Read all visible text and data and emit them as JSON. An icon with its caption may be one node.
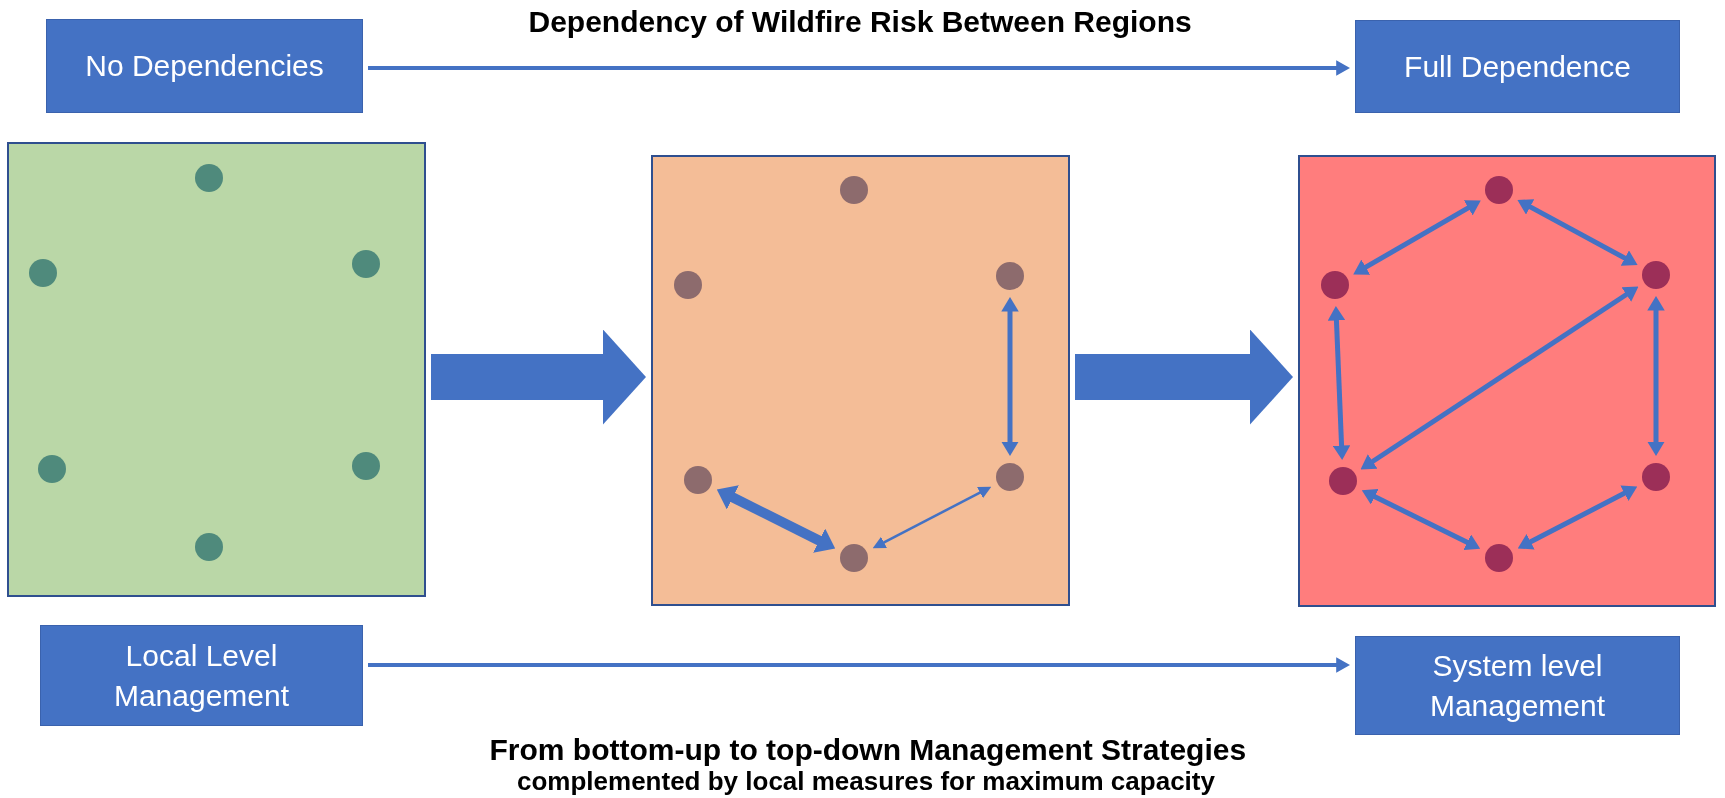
{
  "diagram": {
    "nodes": [
      {
        "text": [
          "No Dependencies"
        ]
      },
      {
        "text": [
          "Full Dependence"
        ]
      },
      {
        "text": [],
        "shape": "box"
      },
      {
        "text": [],
        "shape": "circle",
        "in": 2
      },
      {
        "text": [],
        "shape": "circle",
        "in": 2
      },
      {
        "text": [],
        "shape": "circle",
        "in": 2
      },
      {
        "text": [],
        "shape": "circle",
        "in": 2
      },
      {
        "text": [],
        "shape": "circle",
        "in": 2
      },
      {
        "text": [],
        "shape": "circle",
        "in": 2
      },
      {
        "text": [],
        "shape": "box"
      },
      {
        "text": [],
        "shape": "circle",
        "in": 9
      },
      {
        "text": [],
        "shape": "circle",
        "in": 9
      },
      {
        "text": [],
        "shape": "circle",
        "in": 9
      },
      {
        "text": [],
        "shape": "circle",
        "in": 9
      },
      {
        "text": [],
        "shape": "circle",
        "in": 9
      },
      {
        "text": [],
        "shape": "circle",
        "in": 9
      },
      {
        "text": [],
        "shape": "box"
      },
      {
        "text": [],
        "shape": "circle",
        "in": 16
      },
      {
        "text": [],
        "shape": "circle",
        "in": 16
      },
      {
        "text": [],
        "shape": "circle",
        "in": 16
      },
      {
        "text": [],
        "shape": "circle",
        "in": 16
      },
      {
        "text": [],
        "shape": "circle",
        "in": 16
      },
      {
        "text": [],
        "shape": "circle",
        "in": 16
      },
      {
        "text": [
          "Local Level Management"
        ]
      },
      {
        "text": [
          "System level Management"
        ]
      }
    ],
    "edges": [
      {
        "from": 0,
        "to": 1,
        "arrow": "to",
        "label": "Dependency of Wildfire Risk Between Regions"
      },
      {
        "from": 2,
        "to": 9,
        "arrow": "to",
        "style": "thick"
      },
      {
        "from": 9,
        "to": 16,
        "arrow": "to",
        "style": "thick"
      },
      {
        "from": 12,
        "to": 14,
        "arrow": "both"
      },
      {
        "from": 13,
        "to": 15,
        "arrow": "both",
        "style": "thick"
      },
      {
        "from": 15,
        "to": 14,
        "arrow": "both"
      },
      {
        "from": 17,
        "to": 18,
        "arrow": "both"
      },
      {
        "from": 17,
        "to": 19,
        "arrow": "both"
      },
      {
        "from": 18,
        "to": 20,
        "arrow": "both"
      },
      {
        "from": 19,
        "to": 20,
        "arrow": "both"
      },
      {
        "from": 19,
        "to": 21,
        "arrow": "both"
      },
      {
        "from": 20,
        "to": 22,
        "arrow": "both"
      },
      {
        "from": 22,
        "to": 21,
        "arrow": "both"
      },
      {
        "from": 23,
        "to": 24,
        "arrow": "to",
        "label": "From bottom-up to top-down Management Strategies"
      }
    ],
    "labels": [
      "complemented by local measures for maximum capacity"
    ]
  }
}
